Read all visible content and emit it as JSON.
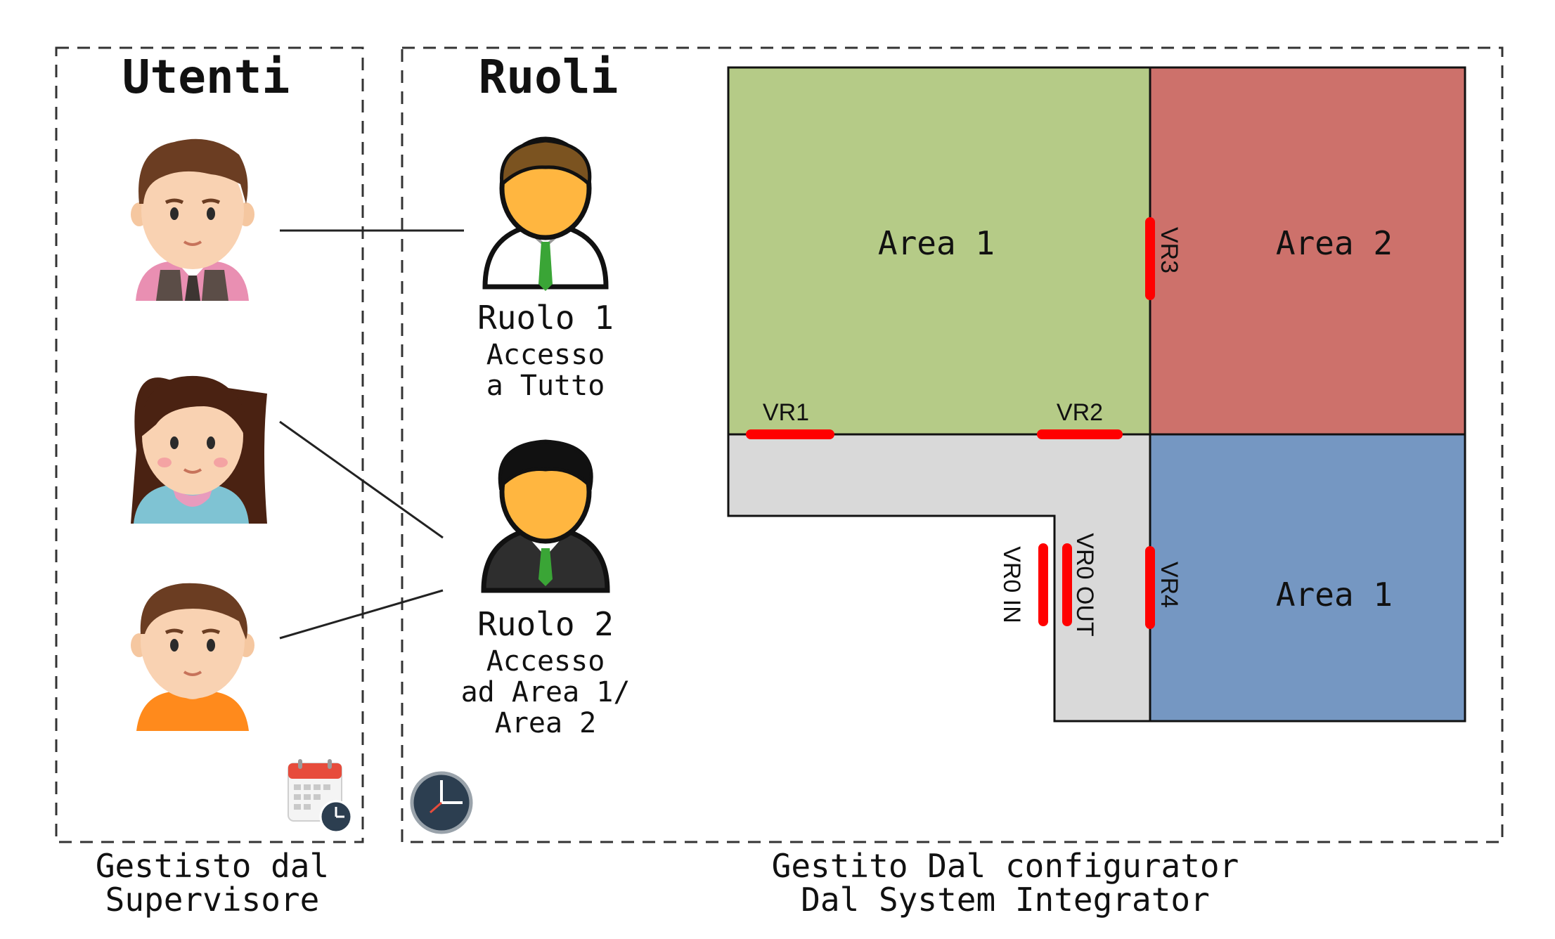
{
  "sections": {
    "users": {
      "title": "Utenti",
      "footer_line1": "Gestisto dal",
      "footer_line2": "Supervisore",
      "icon": "calendar-clock-icon"
    },
    "roles": {
      "title": "Ruoli",
      "footer_line1": "Gestito Dal configurator",
      "footer_line2": "Dal System Integrator",
      "icon": "clock-icon"
    }
  },
  "users": [
    {
      "icon": "man-user-icon"
    },
    {
      "icon": "woman-user-icon"
    },
    {
      "icon": "boy-user-icon"
    }
  ],
  "roles": [
    {
      "name": "Ruolo 1",
      "desc_line1": "Accesso",
      "desc_line2": "a Tutto",
      "desc_line3": ""
    },
    {
      "name": "Ruolo 2",
      "desc_line1": "Accesso",
      "desc_line2": "ad Area 1/",
      "desc_line3": "Area 2"
    }
  ],
  "areas": [
    {
      "label": "Area 1",
      "color": "#b5cb87"
    },
    {
      "label": "Area 2",
      "color": "#cd716b"
    },
    {
      "label": "Area 1",
      "color": "#7597c2"
    }
  ],
  "corridor_color": "#d9d9d9",
  "gate_color": "#ff0000",
  "gates": {
    "vr1": "VR1",
    "vr2": "VR2",
    "vr3": "VR3",
    "vr4": "VR4",
    "vr0_in": "VR0 IN",
    "vr0_out": "VR0 OUT"
  }
}
